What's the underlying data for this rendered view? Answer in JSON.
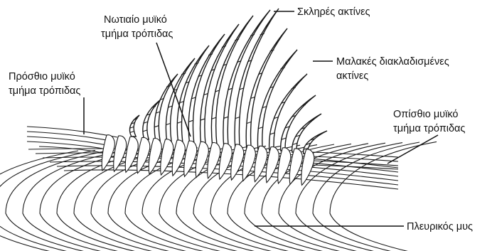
{
  "labels": {
    "hard_rays": "Σκληρές ακτίνες",
    "dorsal_muscle_line1": "Νωτιαίο μυϊκό",
    "dorsal_muscle_line2": "τμήμα τρόπιδας",
    "soft_rays_line1": "Μαλακές διακλαδισμένες",
    "soft_rays_line2": "ακτίνες",
    "anterior_line1": "Πρόσθιο μυϊκό",
    "anterior_line2": "τμήμα τρόπιδας",
    "posterior_line1": "Οπίσθιο μυϊκό",
    "posterior_line2": "τμήμα τρόπιδας",
    "lateral_muscle": "Πλευρικός μυς"
  }
}
